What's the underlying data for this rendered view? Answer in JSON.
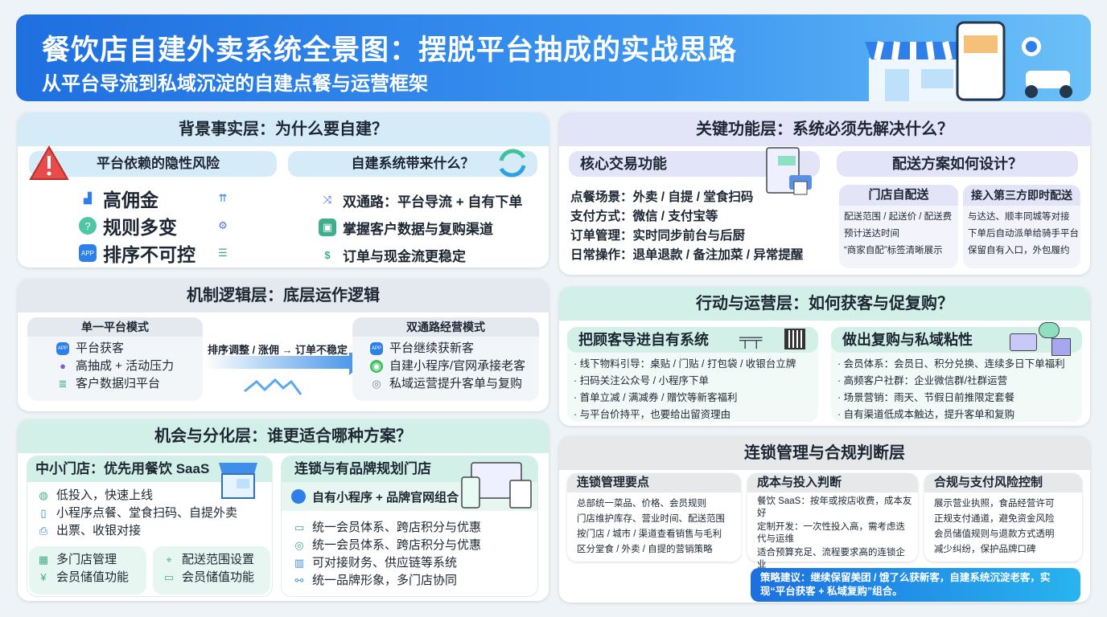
{
  "header": {
    "title": "餐饮店自建外卖系统全景图：摆脱平台抽成的实战思路",
    "subtitle": "从平台导流到私域沉淀的自建点餐与运营框架",
    "accent": "#1f6fe0"
  },
  "background": {
    "title": "背景事实层：为什么要自建？",
    "risk": {
      "title": "平台依赖的隐性风险",
      "items": [
        {
          "label": "高佣金",
          "icon": "bar-chart-icon",
          "side_icon": "arrows-up-icon"
        },
        {
          "label": "规则多变",
          "icon": "question-icon",
          "side_icon": "gear-icon"
        },
        {
          "label": "排序不可控",
          "icon": "app-icon",
          "icon_text": "APP",
          "side_icon": "list-icon"
        }
      ]
    },
    "benefit": {
      "title": "自建系统带来什么？",
      "items": [
        {
          "label": "双通路：平台导流 + 自有下单",
          "icon": "shuffle-icon"
        },
        {
          "label": "掌握客户数据与复购渠道",
          "icon": "folder-user-icon"
        },
        {
          "label": "订单与现金流更稳定",
          "icon": "cash-cycle-icon"
        }
      ]
    }
  },
  "mechanism": {
    "title": "机制逻辑层：底层运作逻辑",
    "single": {
      "title": "单一平台模式",
      "items": [
        "平台获客",
        "高抽成 + 活动压力",
        "客户数据归平台"
      ]
    },
    "arrow_label": "排序调整 / 涨佣 → 订单不稳定",
    "dual": {
      "title": "双通路经营模式",
      "items": [
        "平台继续获新客",
        "自建小程序/官网承接老客",
        "私域运营提升客单与复购"
      ]
    }
  },
  "opportunity": {
    "title": "机会与分化层：谁更适合哪种方案？",
    "small": {
      "title": "中小门店：优先用餐饮 SaaS",
      "items": [
        "低投入，快速上线",
        "小程序点餐、堂食扫码、自提外卖",
        "出票、收银对接"
      ],
      "box1": [
        "多门店管理",
        "会员储值功能"
      ],
      "box2": [
        "配送范围设置",
        "会员储值功能"
      ]
    },
    "chain": {
      "title": "连锁与有品牌规划门店",
      "highlight": "自有小程序 + 品牌官网组合",
      "items": [
        "统一会员体系、跨店积分与优惠",
        "统一会员体系、跨店积分与优惠",
        "可对接财务、供应链等系统",
        "统一品牌形象，多门店协同"
      ]
    }
  },
  "functions": {
    "title": "关键功能层：系统必须先解决什么？",
    "core": {
      "title": "核心交易功能",
      "items": [
        "点餐场景：外卖 / 自提 / 堂食扫码",
        "支付方式：微信 / 支付宝等",
        "订单管理：实时同步前台与后厨",
        "日常操作：退单退款 / 备注加菜 / 异常提醒"
      ]
    },
    "delivery": {
      "title": "配送方案如何设计？",
      "self": {
        "title": "门店自配送",
        "items": [
          "配送范围 / 起送价 / 配送费",
          "预计送达时间",
          "“商家自配”标签清晰展示"
        ]
      },
      "third": {
        "title": "接入第三方即时配送",
        "items": [
          "与达达、顺丰同城等对接",
          "下单后自动派单给骑手平台",
          "保留自有入口，外包履约"
        ]
      }
    }
  },
  "operations": {
    "title": "行动与运营层：如何获客与促复购？",
    "guide": {
      "title": "把顾客导进自有系统",
      "items": [
        "线下物料引导：桌贴 / 门贴 / 打包袋 / 收银台立牌",
        "扫码关注公众号 / 小程序下单",
        "首单立减 / 满减券 / 赠饮等新客福利",
        "与平台价持平，也要给出留资理由"
      ]
    },
    "repurchase": {
      "title": "做出复购与私域粘性",
      "items": [
        "会员体系：会员日、积分兑换、连续多日下单福利",
        "高频客户社群：企业微信群/社群运营",
        "场景营销：雨天、节假日前推限定套餐",
        "自有渠道低成本触达，提升客单和复购"
      ]
    }
  },
  "compliance": {
    "title": "连锁管理与合规判断层",
    "chain_mgmt": {
      "title": "连锁管理要点",
      "items": [
        "总部统一菜品、价格、会员规则",
        "门店维护库存、营业时间、配送范围",
        "按门店 / 城市 / 渠道查看销售与毛利",
        "区分堂食 / 外卖 / 自提的营销策略"
      ]
    },
    "cost": {
      "title": "成本与投入判断",
      "items": [
        "餐饮 SaaS：按年或按店收费，成本友好",
        "定制开发：一次性投入高，需考虑迭代与运维",
        "适合预算充足、流程要求高的连锁企业"
      ]
    },
    "risk": {
      "title": "合规与支付风险控制",
      "items": [
        "展示营业执照，食品经营许可",
        "正规支付通道，避免资金风险",
        "会员储值规则与退款方式透明",
        "减少纠纷，保护品牌口碑"
      ]
    },
    "strategy": "策略建议：继续保留美团 / 饿了么获新客，自建系统沉淀老客，实现“平台获客 + 私域复购”组合。"
  }
}
